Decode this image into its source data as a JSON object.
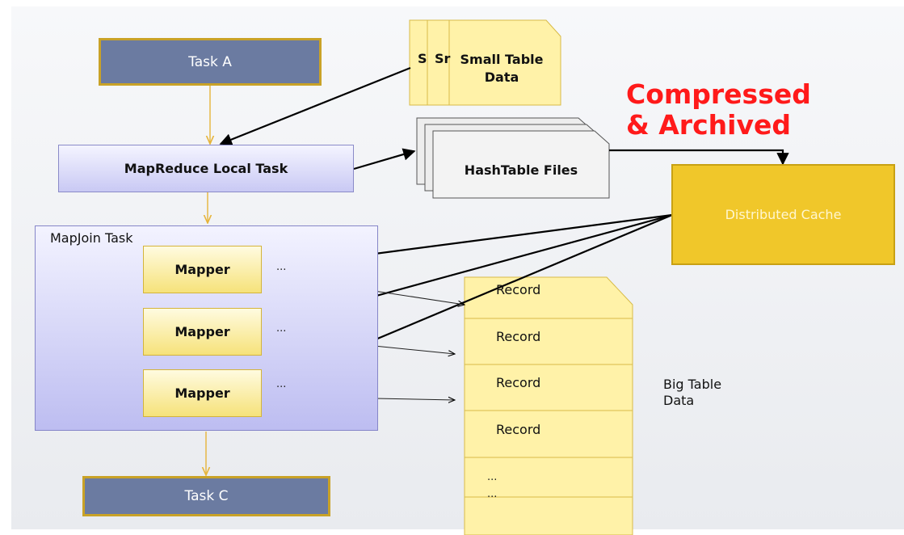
{
  "tasks": {
    "task_a": "Task A",
    "task_c": "Task C",
    "local_task": "MapReduce Local Task",
    "mapjoin_task": "MapJoin Task",
    "distributed_cache": "Distributed Cache"
  },
  "small_table": {
    "back1": "S",
    "back2": "Sr",
    "front": "Small Table",
    "front_line2": "Data"
  },
  "hashtable": "HashTable  Files",
  "compressed": {
    "line1": "Compressed",
    "line2": "& Archived"
  },
  "mappers": [
    {
      "label": "Mapper",
      "dots": "..."
    },
    {
      "label": "Mapper",
      "dots": "..."
    },
    {
      "label": "Mapper",
      "dots": "..."
    }
  ],
  "big_table": {
    "label_line1": "Big Table",
    "label_line2": "Data",
    "records": [
      "Record",
      "Record",
      "Record",
      "Record"
    ],
    "ellipsis": [
      "...",
      "..."
    ]
  },
  "colors": {
    "task": "#6b7ba1",
    "task_border": "#c9a227",
    "cache": "#f0c72a",
    "accent_red": "#ff1a1a",
    "note_yellow": "#fff2a8"
  }
}
